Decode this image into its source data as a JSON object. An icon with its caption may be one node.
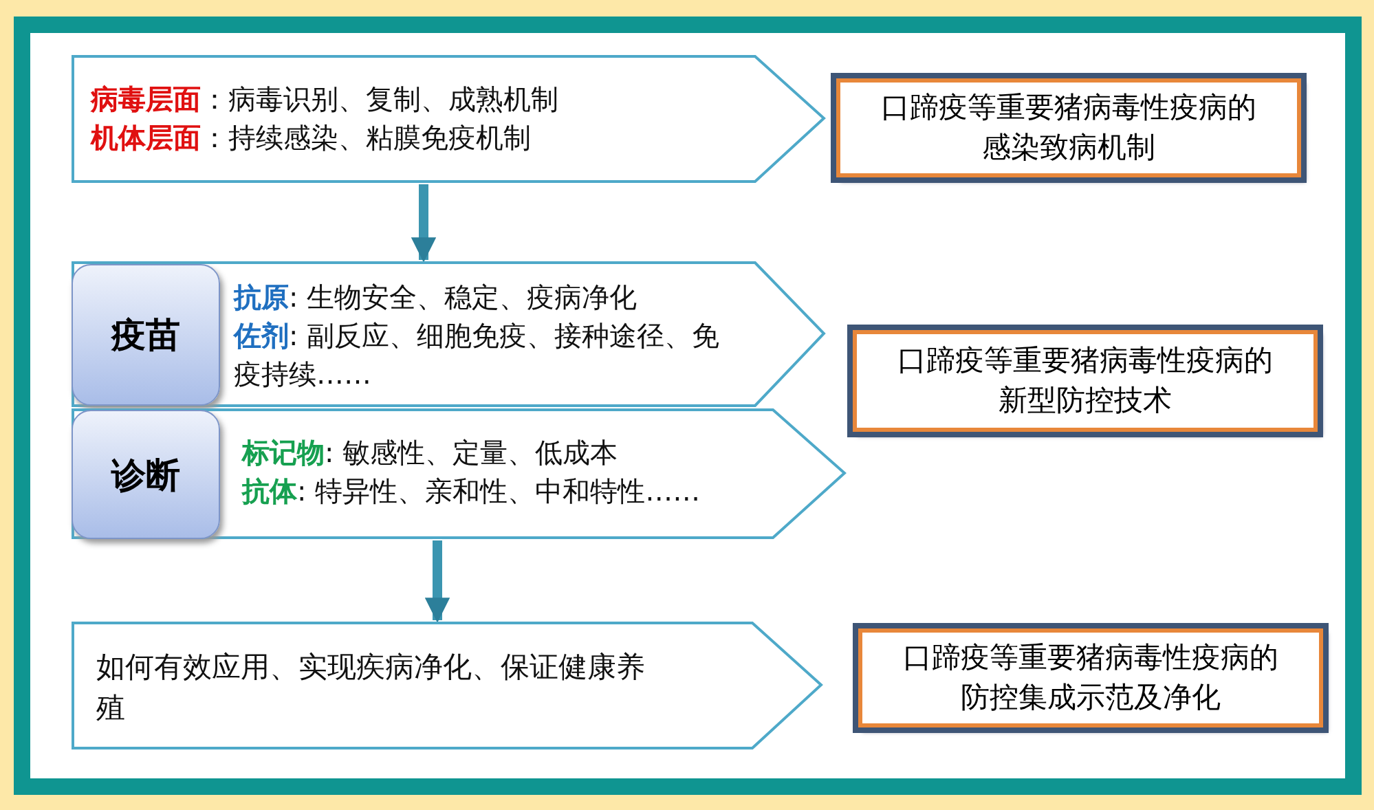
{
  "diagram": {
    "nodes": [
      {
        "text": [
          "**病毒层面**：病毒识别、复制、成熟机制",
          "**机体层面**：持续感染、粘膜免疫机制"
        ]
      },
      {
        "text": [
          "口蹄疫等重要猪病毒性疫病的感染致病机制"
        ]
      },
      {
        "text": [
          "**抗原**: 生物安全、稳定、疫病净化",
          "**佐剂**: 副反应、细胞免疫、接种途径、免疫持续……"
        ]
      },
      {
        "text": [
          "疫苗"
        ],
        "in": 2
      },
      {
        "text": [
          "**标记物**: 敏感性、定量、低成本",
          "**抗体**: 特异性、亲和性、中和特性……"
        ]
      },
      {
        "text": [
          "诊断"
        ],
        "in": 4
      },
      {
        "text": [
          "口蹄疫等重要猪病毒性疫病的新型防控技术"
        ]
      },
      {
        "text": [
          "如何有效应用、实现疾病净化、保证健康养殖"
        ]
      },
      {
        "text": [
          "口蹄疫等重要猪病毒性疫病的防控集成示范及净化"
        ]
      }
    ],
    "edges": [
      {
        "from": 0,
        "to": 2,
        "arrow": "to"
      },
      {
        "from": 4,
        "to": 7,
        "arrow": "to"
      }
    ]
  }
}
